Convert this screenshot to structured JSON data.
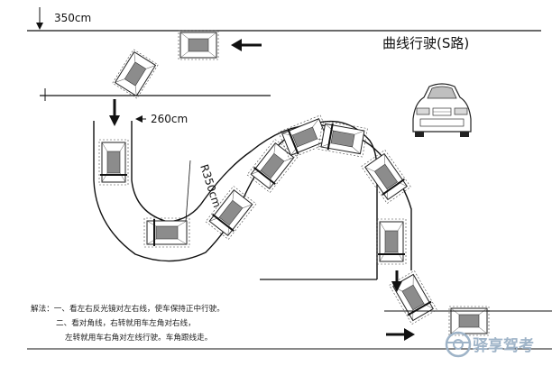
{
  "diagram": {
    "title": "曲线行驶(S路)",
    "dimensions": {
      "top_width": "350cm",
      "entry_gap": "260cm",
      "radius": "R350cm"
    },
    "notes": {
      "line1": "解法：一、看左右反光镜对左右线，使车保持正中行驶。",
      "line2": "二、看对角线，右转就用车左角对右线，",
      "line3": "左转就用车右角对左线行驶。车角跟线走。"
    },
    "watermark": "驿享驾考",
    "icons": [
      "car-front-icon",
      "direction-arrow-icon",
      "top-view-car-icon",
      "watermark-logo-icon"
    ]
  }
}
